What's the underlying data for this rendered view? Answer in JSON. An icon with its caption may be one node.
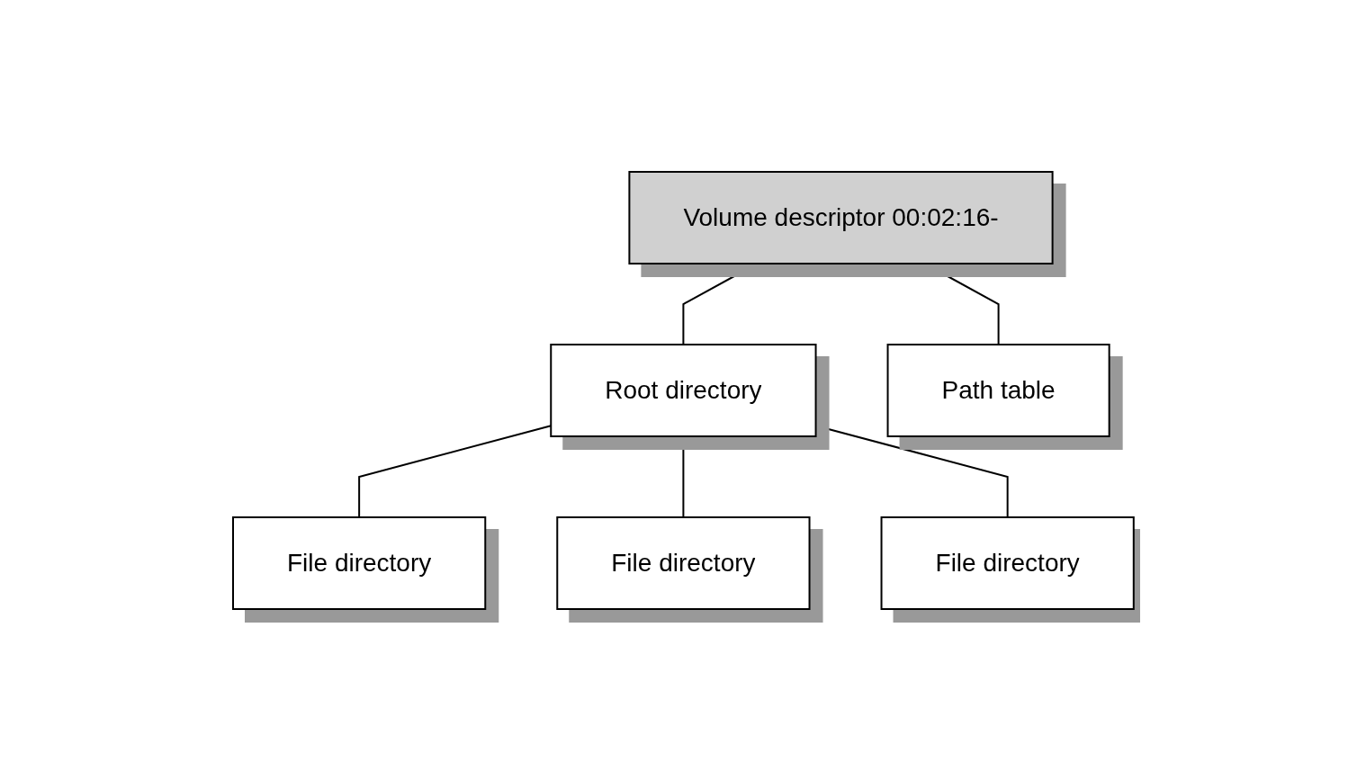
{
  "diagram": {
    "nodes": [
      {
        "text": [
          "Volume descriptor 00:02:16-"
        ]
      },
      {
        "text": [
          "Root directory"
        ]
      },
      {
        "text": [
          "Path table"
        ]
      },
      {
        "text": [
          "File directory"
        ]
      },
      {
        "text": [
          "File directory"
        ]
      },
      {
        "text": [
          "File directory"
        ]
      }
    ],
    "edges": [
      {
        "from": 0,
        "to": 1,
        "arrow": "none"
      },
      {
        "from": 0,
        "to": 2,
        "arrow": "none"
      },
      {
        "from": 1,
        "to": 3,
        "arrow": "none"
      },
      {
        "from": 1,
        "to": 4,
        "arrow": "none"
      },
      {
        "from": 1,
        "to": 5,
        "arrow": "none"
      }
    ]
  }
}
